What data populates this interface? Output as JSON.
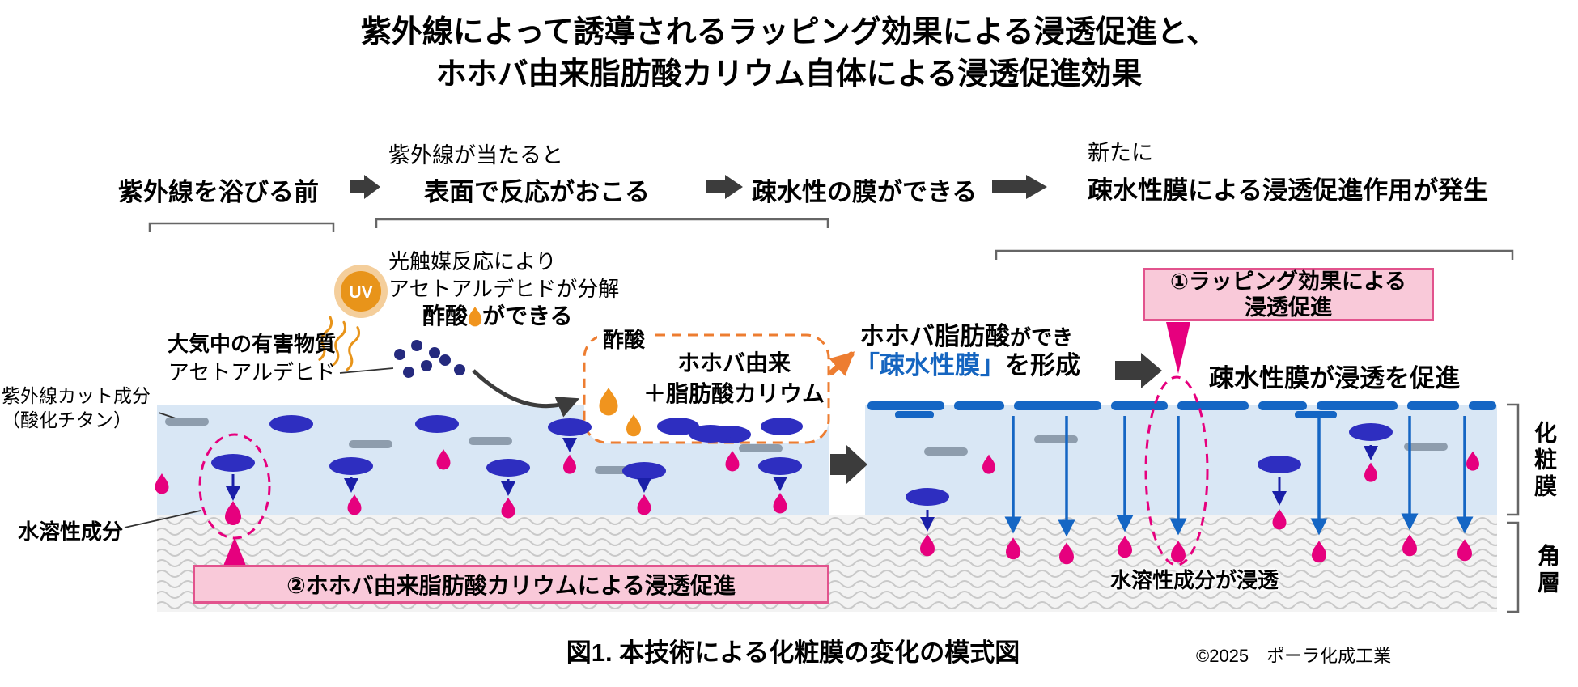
{
  "title": {
    "line1": "紫外線によって誘導されるラッピング効果による浸透促進と、",
    "line2": "ホホバ由来脂肪酸カリウム自体による浸透促進効果"
  },
  "flow": {
    "step1": "紫外線を浴びる前",
    "step2_line1": "紫外線が当たると",
    "step2_line2": "表面で反応がおこる",
    "step3": "疎水性の膜ができる",
    "step4_line1": "新たに",
    "step4_line2": "疎水性膜による浸透促進作用が発生"
  },
  "uv_badge": "UV",
  "photocatalysis": {
    "line1": "光触媒反応により",
    "line2": "アセトアルデヒドが分解",
    "line3_pre": "酢酸",
    "line3_post": "ができる"
  },
  "pollutant": {
    "line1": "大気中の有害物質",
    "line2": "アセトアルデヒド"
  },
  "reaction_box": {
    "acid_label": "酢酸",
    "line1": "ホホバ由来",
    "line2": "＋脂肪酸カリウム"
  },
  "film_formation": {
    "part1_bold": "ホホバ脂肪酸",
    "part1_rest": "ができ",
    "part2_blue": "「疎水性膜」",
    "part2_rest": "を形成"
  },
  "callout1": {
    "line1": "①ラッピング効果による",
    "line2": "浸透促進"
  },
  "film_promotion": "疎水性膜が浸透を促進",
  "labels": {
    "uv_cut_line1": "紫外線カット成分",
    "uv_cut_line2": "（酸化チタン）",
    "water_soluble": "水溶性成分"
  },
  "callout2": {
    "text": "②ホホバ由来脂肪酸カリウムによる浸透促進"
  },
  "right_panel": {
    "penetration": "水溶性成分が浸透"
  },
  "side": {
    "cosmetic_film": "化粧膜",
    "stratum_corneum": "角層"
  },
  "caption": {
    "figure": "図1. 本技術による化粧膜の変化の模式図",
    "copyright": "©2025　ポーラ化成工業"
  },
  "colors": {
    "magenta": "#E6007E",
    "film_blue": "#1566C4",
    "oval_blue": "#2E2EC0",
    "band_blue": "#D9E7F5",
    "orange": "#ED7D31",
    "uv_orange": "#E8941A",
    "drop_orange": "#F0941E",
    "pink_fill": "#F9C9D9",
    "pink_border": "#E2538D",
    "navy_dot": "#252A7E",
    "dark_arrow": "#3C3C3C",
    "text_blue": "#1565C0",
    "gray_bar": "#8E9DAD"
  }
}
